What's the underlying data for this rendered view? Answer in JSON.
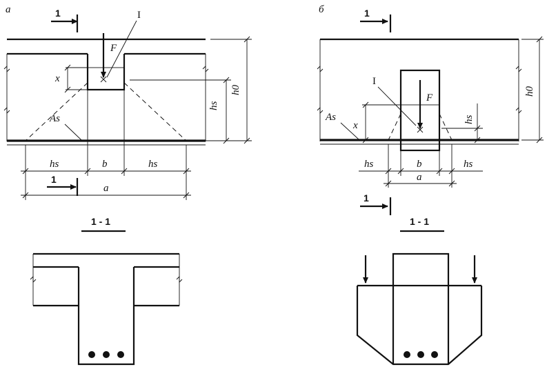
{
  "panel_a": {
    "label": "а",
    "section_mark": "1",
    "force_label": "F",
    "zone_label": "I",
    "height_x": "x",
    "height_hs": "hs",
    "height_h0": "h0",
    "rebar_label": "As",
    "dim_hs_left": "hs",
    "dim_b": "b",
    "dim_hs_right": "hs",
    "dim_a": "a"
  },
  "panel_b": {
    "label": "б",
    "section_mark": "1",
    "force_label": "F",
    "zone_label": "I",
    "height_x": "x",
    "height_hs": "hs",
    "height_h0": "h0",
    "rebar_label": "As",
    "dim_hs_left": "hs",
    "dim_b": "b",
    "dim_hs_right": "hs",
    "dim_a": "a"
  },
  "section_a": {
    "title": "1 - 1"
  },
  "section_b": {
    "title": "1 - 1"
  }
}
